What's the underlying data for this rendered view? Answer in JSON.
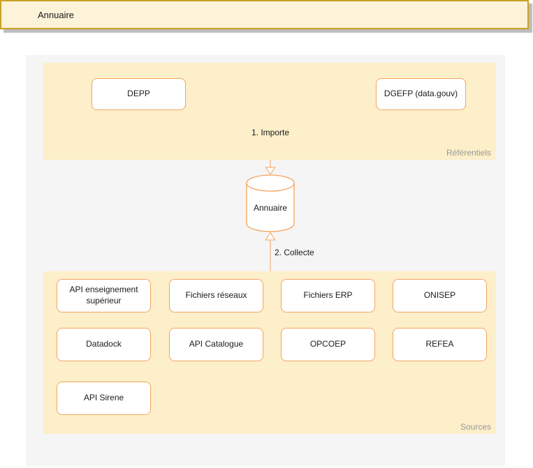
{
  "header": {
    "title": "Annuaire"
  },
  "canvas": {
    "referentiels": {
      "label": "Référentiels",
      "nodes": [
        {
          "label": "DEPP"
        },
        {
          "label": "DGEFP (data.gouv)"
        }
      ]
    },
    "database": {
      "label": "Annuaire"
    },
    "edges": [
      {
        "label": "1. Importe"
      },
      {
        "label": "2. Collecte"
      }
    ],
    "sources": {
      "label": "Sources",
      "items": [
        {
          "label": "API enseignement supérieur"
        },
        {
          "label": "Fichiers réseaux"
        },
        {
          "label": "Fichiers ERP"
        },
        {
          "label": "ONISEP"
        },
        {
          "label": "Datadock"
        },
        {
          "label": "API Catalogue"
        },
        {
          "label": "OPCOEP"
        },
        {
          "label": "REFEA"
        },
        {
          "label": "API Sirene"
        }
      ]
    },
    "colors": {
      "accent_stroke": "#F4A45F",
      "container_fill": "#FCEFC9",
      "titlebar_fill": "#FCF3D9",
      "titlebar_border": "#C9A227",
      "canvas_bg": "#F5F5F5",
      "muted_label": "#999999"
    }
  }
}
